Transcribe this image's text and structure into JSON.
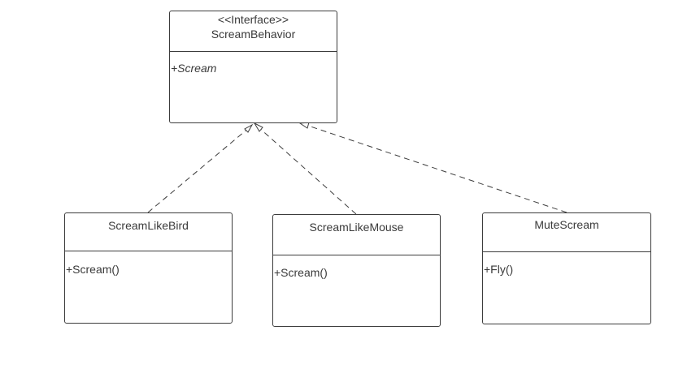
{
  "interface": {
    "stereotype": "<<Interface>>",
    "name": "ScreamBehavior",
    "members": [
      "+Scream"
    ]
  },
  "classes": [
    {
      "name": "ScreamLikeBird",
      "members": [
        "+Scream()"
      ]
    },
    {
      "name": "ScreamLikeMouse",
      "members": [
        "+Scream()"
      ]
    },
    {
      "name": "MuteScream",
      "members": [
        "+Fly()"
      ]
    }
  ],
  "relations": [
    {
      "from": "ScreamLikeBird",
      "to": "ScreamBehavior",
      "type": "realization"
    },
    {
      "from": "ScreamLikeMouse",
      "to": "ScreamBehavior",
      "type": "realization"
    },
    {
      "from": "MuteScream",
      "to": "ScreamBehavior",
      "type": "realization"
    }
  ],
  "colors": {
    "line": "#3c3c3c",
    "text": "#3a3a3a",
    "background": "#ffffff"
  }
}
